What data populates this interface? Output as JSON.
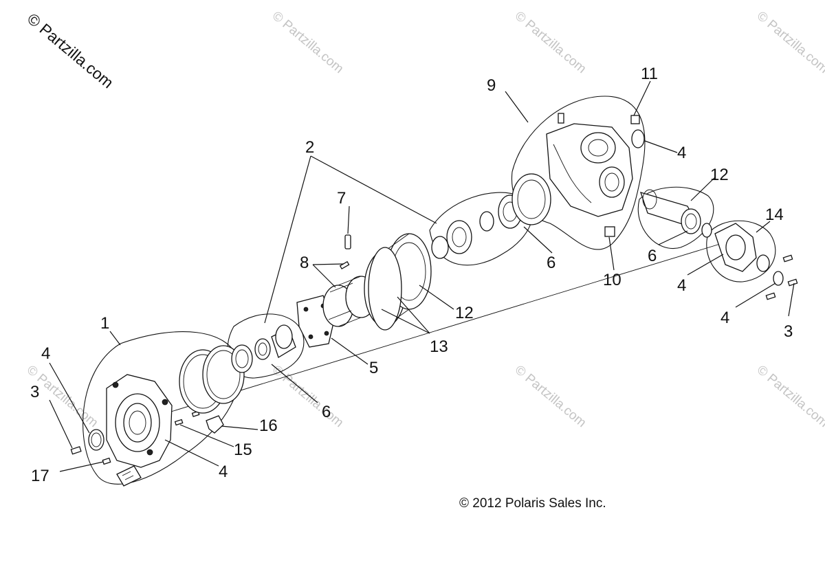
{
  "watermark_main": "© Partzilla.com",
  "watermark_repeat": "© Partzilla.com",
  "copyright": "© 2012 Polaris Sales Inc.",
  "callouts": {
    "c1": "1",
    "c2": "2",
    "c3a": "3",
    "c3b": "3",
    "c4a": "4",
    "c4b": "4",
    "c4c": "4",
    "c4d": "4",
    "c4e": "4",
    "c5": "5",
    "c6a": "6",
    "c6b": "6",
    "c6c": "6",
    "c7": "7",
    "c8": "8",
    "c9": "9",
    "c10": "10",
    "c11": "11",
    "c12a": "12",
    "c12b": "12",
    "c13": "13",
    "c14": "14",
    "c15": "15",
    "c16": "16",
    "c17": "17"
  }
}
